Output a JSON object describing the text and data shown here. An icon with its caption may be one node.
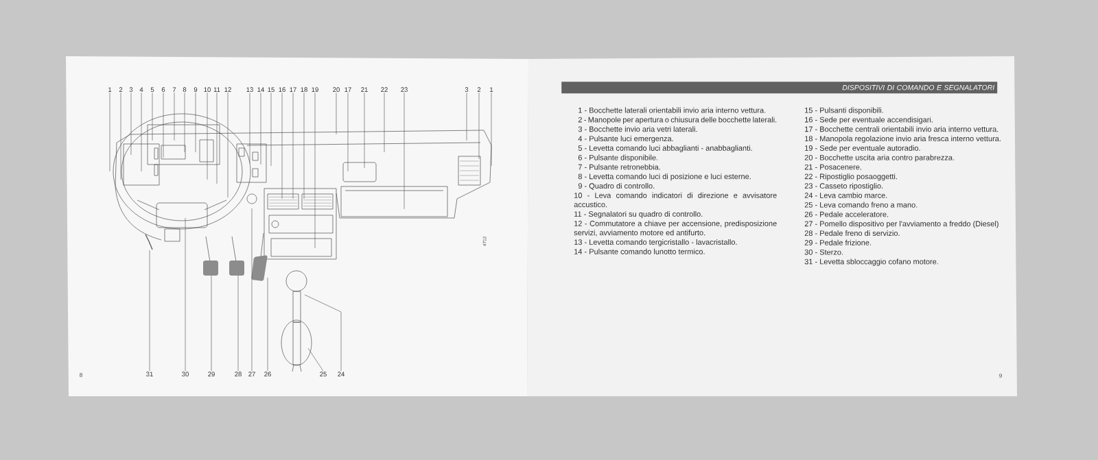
{
  "diagram": {
    "title": "DISPOSITIVI DI COMANDO E SEGNALATORI",
    "nodes": [
      {
        "text": [
          "1"
        ]
      },
      {
        "text": [
          "2"
        ]
      },
      {
        "text": [
          "3"
        ]
      },
      {
        "text": [
          "4"
        ]
      },
      {
        "text": [
          "5"
        ]
      },
      {
        "text": [
          "6"
        ]
      },
      {
        "text": [
          "7"
        ]
      },
      {
        "text": [
          "8"
        ]
      },
      {
        "text": [
          "9"
        ]
      },
      {
        "text": [
          "10"
        ]
      },
      {
        "text": [
          "11"
        ]
      },
      {
        "text": [
          "12"
        ]
      },
      {
        "text": [
          "13"
        ]
      },
      {
        "text": [
          "14"
        ]
      },
      {
        "text": [
          "15"
        ]
      },
      {
        "text": [
          "16"
        ]
      },
      {
        "text": [
          "17"
        ]
      },
      {
        "text": [
          "18"
        ]
      },
      {
        "text": [
          "19"
        ]
      },
      {
        "text": [
          "20"
        ]
      },
      {
        "text": [
          "17"
        ]
      },
      {
        "text": [
          "21"
        ]
      },
      {
        "text": [
          "22"
        ]
      },
      {
        "text": [
          "23"
        ]
      },
      {
        "text": [
          "3"
        ]
      },
      {
        "text": [
          "2"
        ]
      },
      {
        "text": [
          "1"
        ]
      },
      {
        "text": [
          "31"
        ]
      },
      {
        "text": [
          "30"
        ]
      },
      {
        "text": [
          "29"
        ]
      },
      {
        "text": [
          "28"
        ]
      },
      {
        "text": [
          "27"
        ]
      },
      {
        "text": [
          "26"
        ]
      },
      {
        "text": [
          "25"
        ]
      },
      {
        "text": [
          "24"
        ]
      }
    ],
    "edges": [
      {
        "from": 0,
        "to": null,
        "arrow": "none"
      },
      {
        "from": 1,
        "to": null,
        "arrow": "none"
      },
      {
        "from": 2,
        "to": null,
        "arrow": "none"
      },
      {
        "from": 3,
        "to": null,
        "arrow": "none"
      },
      {
        "from": 4,
        "to": null,
        "arrow": "none"
      },
      {
        "from": 5,
        "to": null,
        "arrow": "none"
      },
      {
        "from": 6,
        "to": null,
        "arrow": "none"
      },
      {
        "from": 7,
        "to": null,
        "arrow": "none"
      },
      {
        "from": 8,
        "to": null,
        "arrow": "none"
      },
      {
        "from": 9,
        "to": null,
        "arrow": "none"
      },
      {
        "from": 10,
        "to": null,
        "arrow": "none"
      },
      {
        "from": 11,
        "to": null,
        "arrow": "none"
      },
      {
        "from": 12,
        "to": null,
        "arrow": "none"
      },
      {
        "from": 13,
        "to": null,
        "arrow": "none"
      },
      {
        "from": 14,
        "to": null,
        "arrow": "none"
      },
      {
        "from": 15,
        "to": null,
        "arrow": "none"
      },
      {
        "from": 16,
        "to": null,
        "arrow": "none"
      },
      {
        "from": 17,
        "to": null,
        "arrow": "none"
      },
      {
        "from": 18,
        "to": null,
        "arrow": "none"
      },
      {
        "from": 19,
        "to": null,
        "arrow": "none"
      },
      {
        "from": 20,
        "to": null,
        "arrow": "none"
      },
      {
        "from": 21,
        "to": null,
        "arrow": "none"
      },
      {
        "from": 22,
        "to": null,
        "arrow": "none"
      },
      {
        "from": 23,
        "to": null,
        "arrow": "none"
      },
      {
        "from": 24,
        "to": null,
        "arrow": "none"
      },
      {
        "from": 25,
        "to": null,
        "arrow": "none"
      },
      {
        "from": 26,
        "to": null,
        "arrow": "none"
      },
      {
        "from": 27,
        "to": null,
        "arrow": "none"
      },
      {
        "from": 28,
        "to": null,
        "arrow": "none"
      },
      {
        "from": 29,
        "to": null,
        "arrow": "none"
      },
      {
        "from": 30,
        "to": null,
        "arrow": "none"
      },
      {
        "from": 31,
        "to": null,
        "arrow": "none"
      },
      {
        "from": 32,
        "to": null,
        "arrow": "none"
      },
      {
        "from": 33,
        "to": null,
        "arrow": "none"
      },
      {
        "from": 34,
        "to": null,
        "arrow": "none"
      }
    ],
    "labels": [
      "4712",
      "8",
      "1 - Bocchette laterali orientabili invio aria interno vettura.",
      "2 - Manopole per apertura o chiusura delle bocchette laterali.",
      "3 - Bocchette invio aria vetri laterali.",
      "4 - Pulsante luci emergenza.",
      "5 - Levetta comando luci abbaglianti - anabbaglianti.",
      "6 - Pulsante disponibile.",
      "7 - Pulsante retronebbia.",
      "8 - Levetta comando luci di posizione e luci esterne.",
      "9 - Quadro di controllo.",
      "10 - Leva comando indicatori di direzione e avvisatore accustico.",
      "11 - Segnalatori su quadro di controllo.",
      "12 - Commutatore a chiave per accensione, predisposizione servizi, avviamento motore ed antifurto.",
      "13 - Levetta comando tergicristallo - lavacristallo.",
      "14 - Pulsante comando lunotto termico.",
      "15 - Pulsanti disponibili.",
      "16 - Sede per eventuale accendisigari.",
      "17 - Bocchette centrali orientabili invio aria interno vettura.",
      "18 - Manopola regolazione invio aria fresca interno vettura.",
      "19 - Sede per eventuale autoradio.",
      "20 - Bocchette uscita aria contro parabrezza.",
      "21 - Posacenere.",
      "22 - Ripostiglio posaoggetti.",
      "23 - Casseto ripostiglio.",
      "24 - Leva cambio marce.",
      "25 - Leva comando freno a mano.",
      "26 - Pedale acceleratore.",
      "27 - Pomello dispositivo per l'avviamento a freddo (Diesel)",
      "28 - Pedale freno di servizio.",
      "29 - Pedale frizione.",
      "30 - Sterzo.",
      "31 - Levetta sbloccaggio cofano motore.",
      "9"
    ]
  }
}
